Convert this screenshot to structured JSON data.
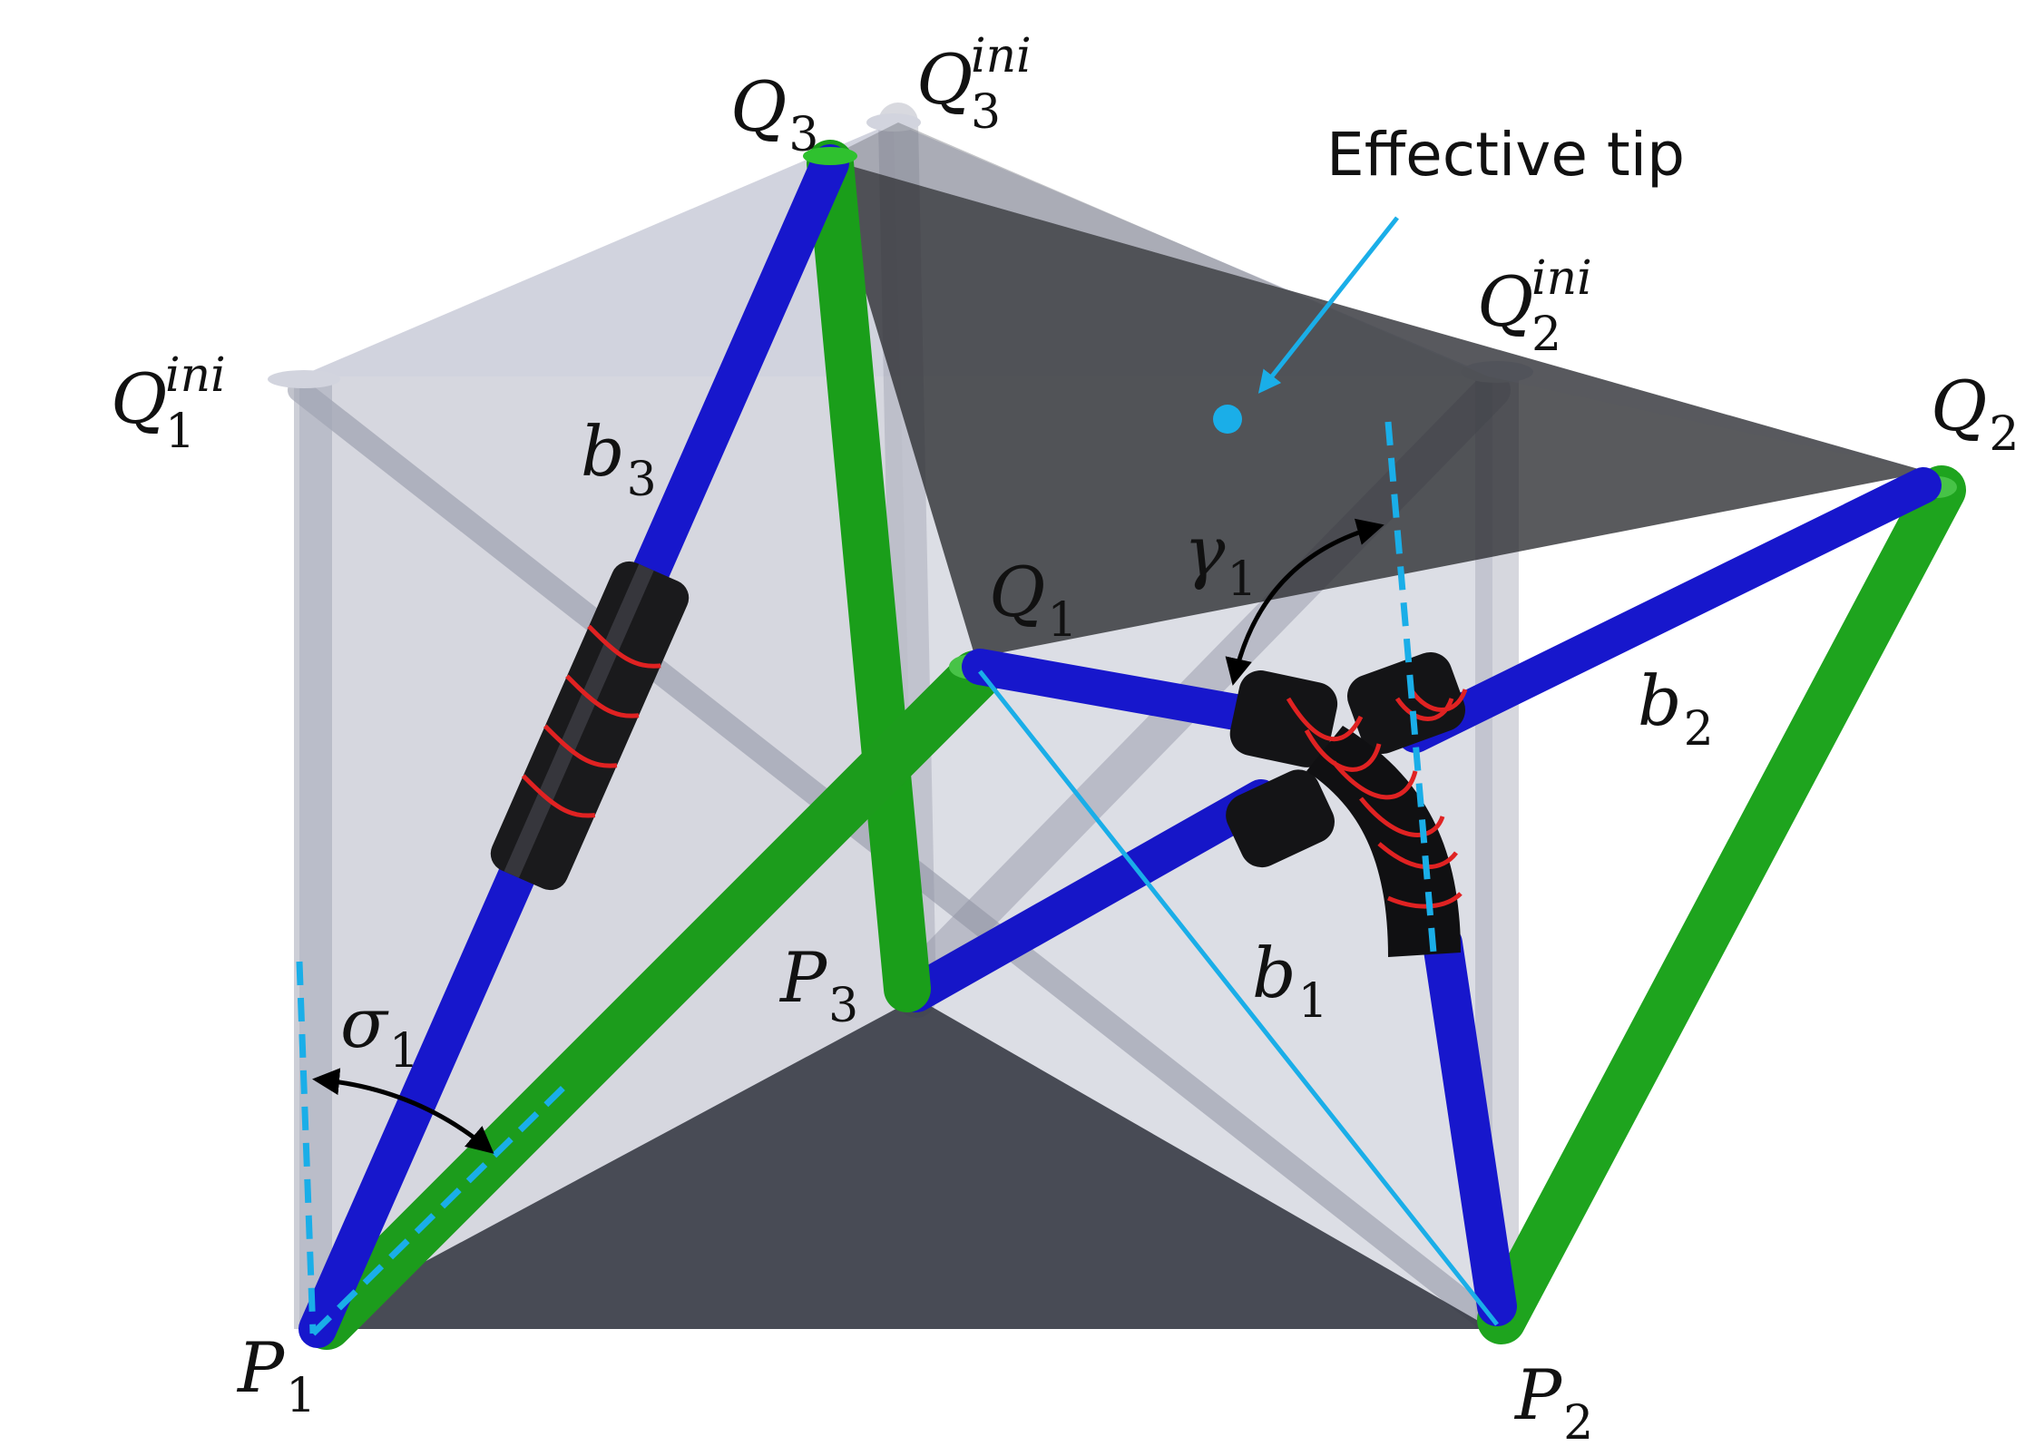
{
  "labels": {
    "Q3": {
      "base": "Q",
      "sub": "3"
    },
    "Q3_ini": {
      "base": "Q",
      "sub": "3",
      "sup": "ini"
    },
    "Q1_ini": {
      "base": "Q",
      "sub": "1",
      "sup": "ini"
    },
    "Q2_ini": {
      "base": "Q",
      "sub": "2",
      "sup": "ini"
    },
    "Q2": {
      "base": "Q",
      "sub": "2"
    },
    "Q1": {
      "base": "Q",
      "sub": "1"
    },
    "P1": {
      "base": "P",
      "sub": "1"
    },
    "P2": {
      "base": "P",
      "sub": "2"
    },
    "P3": {
      "base": "P",
      "sub": "3"
    },
    "b1": {
      "base": "b",
      "sub": "1"
    },
    "b2": {
      "base": "b",
      "sub": "2"
    },
    "b3": {
      "base": "b",
      "sub": "3"
    },
    "sigma1": {
      "base": "σ",
      "sub": "1"
    },
    "gamma1": {
      "base": "γ",
      "sub": "1"
    }
  },
  "annotation": {
    "effective_tip": "Effective tip"
  },
  "colors": {
    "blue_strut": "#1414d8",
    "green_strut": "#1a9e1a",
    "accent_dashed": "#1aaee8",
    "dark_plate": "#3a3d46",
    "ghost": "#b9bccb",
    "coil": "#d82020"
  }
}
